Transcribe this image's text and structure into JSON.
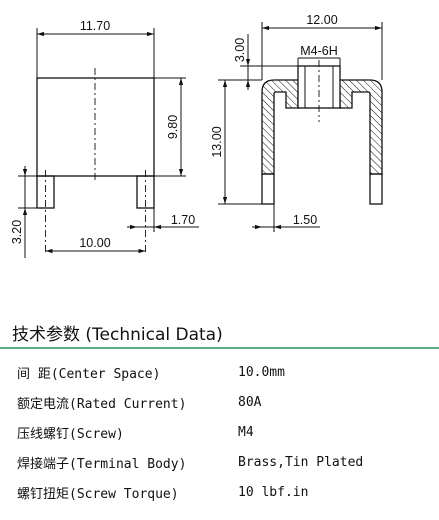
{
  "drawing": {
    "front_view": {
      "width": "11.70",
      "height": "9.80",
      "terminal_width": "1.70",
      "terminal_length": "3.20",
      "terminal_spacing": "10.00"
    },
    "side_view": {
      "width": "12.00",
      "top_thickness": "3.00",
      "overall_height": "13.00",
      "thread": "M4-6H",
      "wall_thickness": "1.50"
    }
  },
  "specs": {
    "title": "技术参数 (Technical Data)",
    "rows": [
      {
        "label": "间  距(Center Space)",
        "value": "10.0mm"
      },
      {
        "label": "额定电流(Rated Current)",
        "value": " 80A"
      },
      {
        "label": "压线螺钉(Screw)",
        "value": "M4"
      },
      {
        "label": "焊接端子(Terminal Body)",
        "value": "Brass,Tin Plated"
      },
      {
        "label": "螺钉扭矩(Screw Torque)",
        "value": " 10 lbf.in"
      }
    ]
  }
}
